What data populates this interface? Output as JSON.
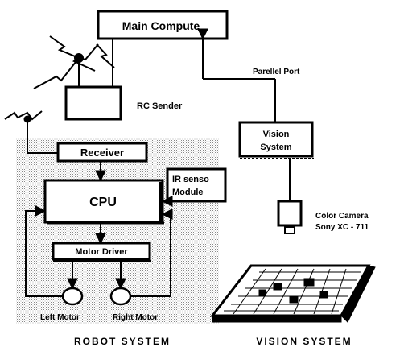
{
  "colors": {
    "ink": "#000000",
    "stipple": "#d8d8d8",
    "paper": "#ffffff"
  },
  "blocks": {
    "main_compute": "Main Compute",
    "rc_sender": "RC Sender",
    "parallel_port": "Parellel Port",
    "vision_system_box": [
      "Vision",
      "System"
    ],
    "camera": [
      "Color Camera",
      "Sony XC - 711"
    ],
    "receiver": "Receiver",
    "cpu": "CPU",
    "ir_sensor": [
      "IR senso",
      "Module"
    ],
    "motor_driver": "Motor Driver",
    "left_motor": "Left Motor",
    "right_motor": "Right Motor"
  },
  "captions": {
    "robot_system": "ROBOT SYSTEM",
    "vision_system": "VISION SYSTEM"
  },
  "icons": [
    "antenna-icon",
    "antenna-icon",
    "camera-icon",
    "playing-field-icon"
  ]
}
